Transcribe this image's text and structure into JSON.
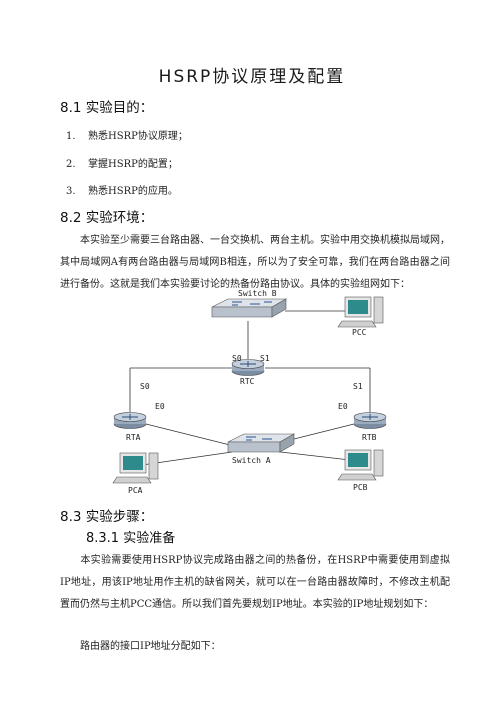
{
  "doc": {
    "title": "HSRP协议原理及配置",
    "s81": "8.1  实验目的：",
    "goals": [
      {
        "num": "1.",
        "text": "熟悉HSRP协议原理；"
      },
      {
        "num": "2.",
        "text": "掌握HSRP的配置；"
      },
      {
        "num": "3.",
        "text": "熟悉HSRP的应用。"
      }
    ],
    "s82": "8.2  实验环境：",
    "env_para": "本实验至少需要三台路由器、一台交换机、两台主机。实验中用交换机模拟局域网，其中局域网A有两台路由器与局域网B相连，所以为了安全可靠，我们在两台路由器之间进行备份。这就是我们本实验要讨论的热备份路由协议。具体的实验组网如下：",
    "s83": "8.3  实验步骤：",
    "s831": "8.3.1  实验准备",
    "prep_para": "本实验需要使用HSRP协议完成路由器之间的热备份，在HSRP中需要使用到虚拟IP地址，用该IP地址用作主机的缺省网关，就可以在一台路由器故障时，不修改主机配置而仍然与主机PCC通信。所以我们首先要规划IP地址。本实验的IP地址规划如下：",
    "alloc_line": "路由器的接口IP地址分配如下："
  },
  "diagram": {
    "switch_b": "Switch B",
    "switch_a": "Switch A",
    "rtc": "RTC",
    "rta": "RTA",
    "rtb": "RTB",
    "pcc": "PCC",
    "pca": "PCA",
    "pcb": "PCB",
    "rtc_s0": "S0",
    "rtc_s1": "S1",
    "rta_s0": "S0",
    "rta_e0": "E0",
    "rtb_s1": "S1",
    "rtb_e0": "E0"
  }
}
